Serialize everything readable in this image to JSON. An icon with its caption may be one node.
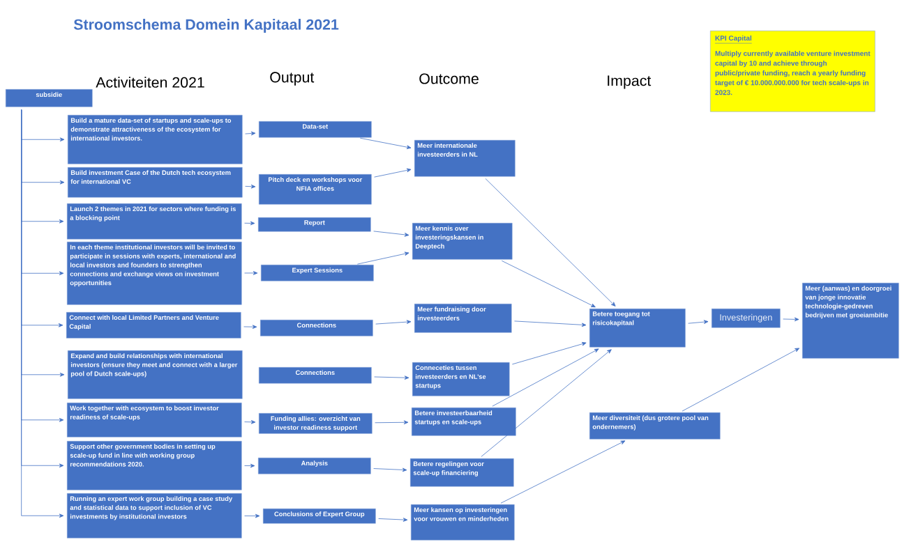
{
  "diagram": {
    "title": "Stroomschema Domein Kapitaal 2021",
    "nodes": [
      {
        "text": [
          "subsidie"
        ]
      },
      {
        "text": [
          "Build a mature data-set of startups and scale-ups to demonstrate attractiveness of the ecosystem for international investors."
        ]
      },
      {
        "text": [
          "Build investment Case of the Dutch tech ecosystem for international VC"
        ]
      },
      {
        "text": [
          "Launch 2 themes in 2021 for sectors where funding is a blocking point"
        ]
      },
      {
        "text": [
          "In each theme institutional investors will be invited to participate in sessions with experts, international and local investors and founders to strengthen connections and exchange views on investment opportunities"
        ]
      },
      {
        "text": [
          "Connect with local Limited Partners and Venture Capital"
        ]
      },
      {
        "text": [
          "Expand and build relationships with international investors (ensure they meet and connect with a larger pool of Dutch scale-ups)"
        ]
      },
      {
        "text": [
          "Work together with ecosystem to boost investor readiness of scale-ups"
        ]
      },
      {
        "text": [
          "Support other government bodies in setting up scale-up fund in line with working group recommendations 2020."
        ]
      },
      {
        "text": [
          "Running an expert work group building a case study and statistical data to support inclusion of VC investments by institutional investors"
        ]
      },
      {
        "text": [
          "Data-set"
        ]
      },
      {
        "text": [
          "Pitch  deck en workshops voor NFIA offices"
        ]
      },
      {
        "text": [
          "Report"
        ]
      },
      {
        "text": [
          "Expert Sessions"
        ]
      },
      {
        "text": [
          "Connections"
        ]
      },
      {
        "text": [
          "Connections"
        ]
      },
      {
        "text": [
          "Funding allies: overzicht van investor readiness support"
        ]
      },
      {
        "text": [
          "Analysis"
        ]
      },
      {
        "text": [
          "Conclusions of Expert Group"
        ]
      },
      {
        "text": [
          "Meer internationale investeerders in NL"
        ]
      },
      {
        "text": [
          "Meer kennis over investeringskansen in Deeptech"
        ]
      },
      {
        "text": [
          "Meer fundraising door investeerders"
        ]
      },
      {
        "text": [
          "Conneceties tussen investeerders en NL’se startups"
        ]
      },
      {
        "text": [
          "Betere investeerbaarheid startups en scale-ups"
        ]
      },
      {
        "text": [
          "Betere regelingen voor scale-up financiering"
        ]
      },
      {
        "text": [
          "Meer kansen op investeringen voor vrouwen en minderheden"
        ]
      },
      {
        "text": [
          "Betere toegang tot risicokapitaal"
        ]
      },
      {
        "text": [
          "Investeringen"
        ]
      },
      {
        "text": [
          "Meer (aanwas) en doorgroei van jonge innovatie technologie-gedreven bedrijven met groeiambitie"
        ]
      },
      {
        "text": [
          "Meer diversiteit (dus grotere pool van ondernemers)"
        ]
      },
      {
        "text": [
          "KPI Capital",
          "Multiply currently available venture investment capital by 10 and achieve through public/private funding, reach a yearly funding target of € 10.000.000.000 for tech scale-ups in 2023."
        ]
      }
    ],
    "edges": [
      {
        "from": 0,
        "to": 1,
        "arrow": "to"
      },
      {
        "from": 0,
        "to": 2,
        "arrow": "to"
      },
      {
        "from": 0,
        "to": 3,
        "arrow": "to"
      },
      {
        "from": 0,
        "to": 4,
        "arrow": "to"
      },
      {
        "from": 0,
        "to": 5,
        "arrow": "to"
      },
      {
        "from": 0,
        "to": 6,
        "arrow": "to"
      },
      {
        "from": 0,
        "to": 7,
        "arrow": "to"
      },
      {
        "from": 0,
        "to": 8,
        "arrow": "to"
      },
      {
        "from": 0,
        "to": 9,
        "arrow": "to"
      },
      {
        "from": 1,
        "to": 10,
        "arrow": "to"
      },
      {
        "from": 2,
        "to": 11,
        "arrow": "to"
      },
      {
        "from": 3,
        "to": 12,
        "arrow": "to"
      },
      {
        "from": 4,
        "to": 13,
        "arrow": "to"
      },
      {
        "from": 5,
        "to": 14,
        "arrow": "to"
      },
      {
        "from": 7,
        "to": 16,
        "arrow": "to"
      },
      {
        "from": 8,
        "to": 17,
        "arrow": "to"
      },
      {
        "from": 9,
        "to": 18,
        "arrow": "to"
      },
      {
        "from": 10,
        "to": 19,
        "arrow": "to"
      },
      {
        "from": 11,
        "to": 19,
        "arrow": "to"
      },
      {
        "from": 12,
        "to": 20,
        "arrow": "to"
      },
      {
        "from": 13,
        "to": 20,
        "arrow": "to"
      },
      {
        "from": 14,
        "to": 21,
        "arrow": "to"
      },
      {
        "from": 15,
        "to": 22,
        "arrow": "to"
      },
      {
        "from": 16,
        "to": 23,
        "arrow": "to"
      },
      {
        "from": 17,
        "to": 24,
        "arrow": "to"
      },
      {
        "from": 18,
        "to": 25,
        "arrow": "to"
      },
      {
        "from": 19,
        "to": 26,
        "arrow": "to"
      },
      {
        "from": 20,
        "to": 26,
        "arrow": "to"
      },
      {
        "from": 21,
        "to": 26,
        "arrow": "to"
      },
      {
        "from": 22,
        "to": 26,
        "arrow": "to"
      },
      {
        "from": 23,
        "to": 26,
        "arrow": "to"
      },
      {
        "from": 24,
        "to": 26,
        "arrow": "to"
      },
      {
        "from": 25,
        "to": 29,
        "arrow": "to"
      },
      {
        "from": 26,
        "to": 27,
        "arrow": "to"
      },
      {
        "from": 27,
        "to": 28,
        "arrow": "to"
      },
      {
        "from": 29,
        "to": 28,
        "arrow": "to"
      }
    ],
    "labels": [
      "Activiteiten 2021",
      "Output",
      "Outcome",
      "Impact"
    ]
  }
}
